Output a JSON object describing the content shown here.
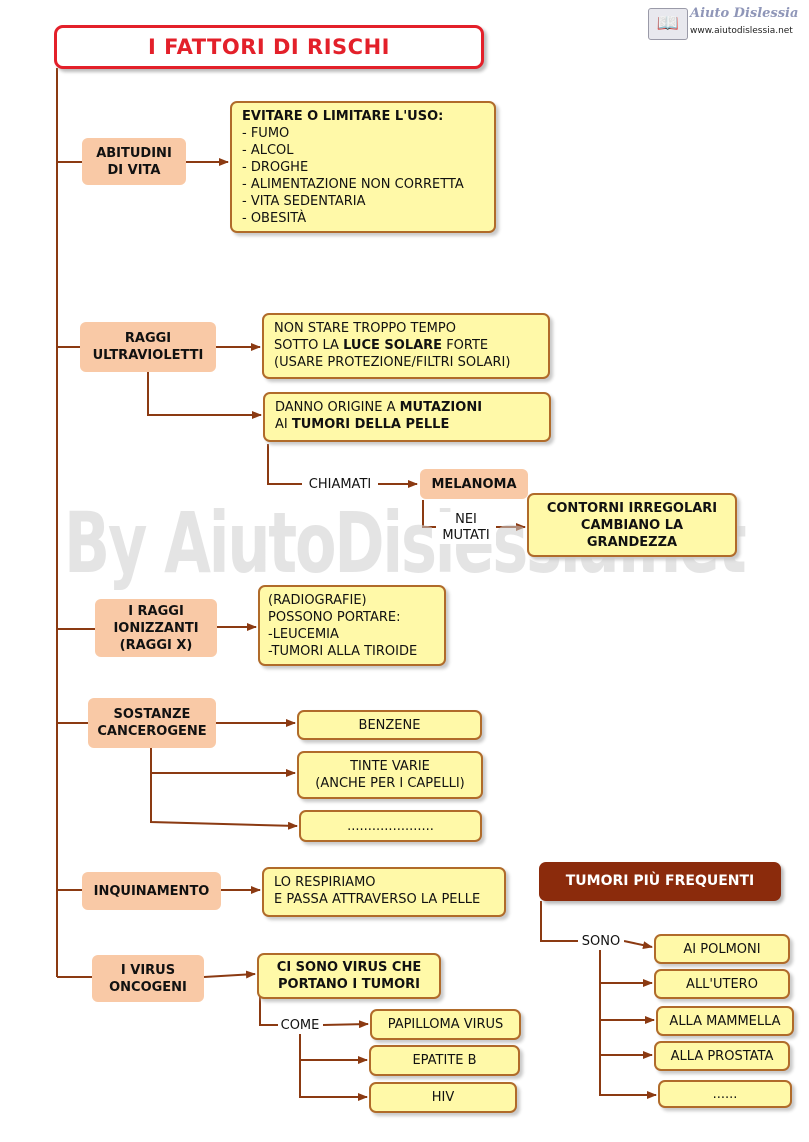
{
  "logo": {
    "name": "Aiuto Dislessia",
    "url": "www.aiutodislessia.net",
    "icon": "book-icon"
  },
  "watermark": "By AiutoDislessia.net",
  "title": "I FATTORI DI RISCHI",
  "abitudini": {
    "label": [
      "ABITUDINI",
      "DI VITA"
    ],
    "box": {
      "heading": "EVITARE O LIMITARE L'USO:",
      "items": [
        "- FUMO",
        "- ALCOL",
        "- DROGHE",
        "- ALIMENTAZIONE NON CORRETTA",
        "- VITA SEDENTARIA",
        "- OBESITÀ"
      ]
    }
  },
  "raggi_uv": {
    "label": [
      "RAGGI",
      "ULTRAVIOLETTI"
    ],
    "box1": {
      "l1": "NON STARE TROPPO TEMPO",
      "l2a": "SOTTO LA ",
      "l2b": "LUCE SOLARE",
      "l2c": " FORTE",
      "l3": "(USARE PROTEZIONE/FILTRI SOLARI)"
    },
    "box2": {
      "l1a": "DANNO ORIGINE A ",
      "l1b": "MUTAZIONI",
      "l2a": "AI ",
      "l2b": "TUMORI DELLA PELLE"
    },
    "chiamati": "CHIAMATI",
    "melanoma": "MELANOMA",
    "nei_mutati": [
      "NEI",
      "MUTATI"
    ],
    "contorni": [
      "CONTORNI IRREGOLARI",
      "CAMBIANO LA",
      "GRANDEZZA"
    ]
  },
  "ionizzanti": {
    "label": [
      "I RAGGI",
      "IONIZZANTI",
      "(RAGGI X)"
    ],
    "box": [
      "(RADIOGRAFIE)",
      "POSSONO  PORTARE:",
      "-LEUCEMIA",
      "-TUMORI ALLA TIROIDE"
    ]
  },
  "sostanze": {
    "label": [
      "SOSTANZE",
      "CANCEROGENE"
    ],
    "items": [
      [
        "BENZENE"
      ],
      [
        "TINTE VARIE",
        "(ANCHE PER I CAPELLI)"
      ],
      [
        "....................."
      ]
    ]
  },
  "inquinamento": {
    "label": "INQUINAMENTO",
    "box": [
      "LO RESPIRIAMO",
      "E PASSA ATTRAVERSO LA PELLE"
    ]
  },
  "virus": {
    "label": [
      "I VIRUS",
      "ONCOGENI"
    ],
    "box": [
      "CI SONO VIRUS CHE",
      "PORTANO I TUMORI"
    ],
    "come": "COME",
    "items": [
      "PAPILLOMA VIRUS",
      "EPATITE B",
      "HIV"
    ]
  },
  "frequenti": {
    "title": "TUMORI PIÙ FREQUENTI",
    "sono": "SONO",
    "items": [
      "AI POLMONI",
      "ALL'UTERO",
      "ALLA MAMMELLA",
      "ALLA PROSTATA",
      "......"
    ]
  },
  "colors": {
    "title_border": "#e3202a",
    "category_fill": "#f9c9a6",
    "box_fill": "#fff9a8",
    "box_border": "#b06b2a",
    "connector": "#8b3a12",
    "frequent_fill": "#8b2b0c"
  }
}
